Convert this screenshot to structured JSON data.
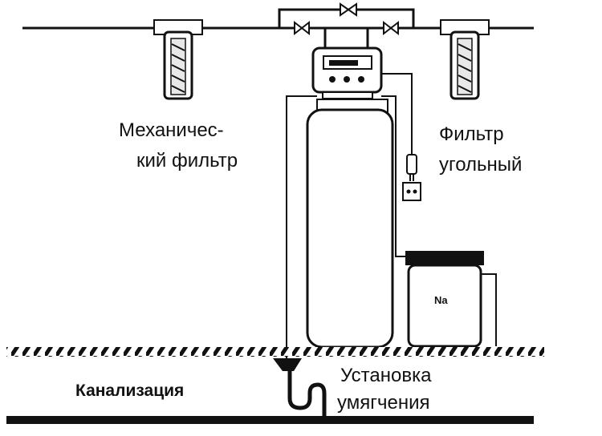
{
  "labels": {
    "mechanical_filter_line1": "Механичес-",
    "mechanical_filter_line2": "кий фильтр",
    "carbon_filter_line1": "Фильтр",
    "carbon_filter_line2": "угольный",
    "softener_line1": "Установка",
    "softener_line2": "умягчения",
    "sewer": "Канализация",
    "brine_tank": "Na"
  },
  "colors": {
    "line": "#111111",
    "background": "#ffffff",
    "glass": "#e8e8e8"
  }
}
